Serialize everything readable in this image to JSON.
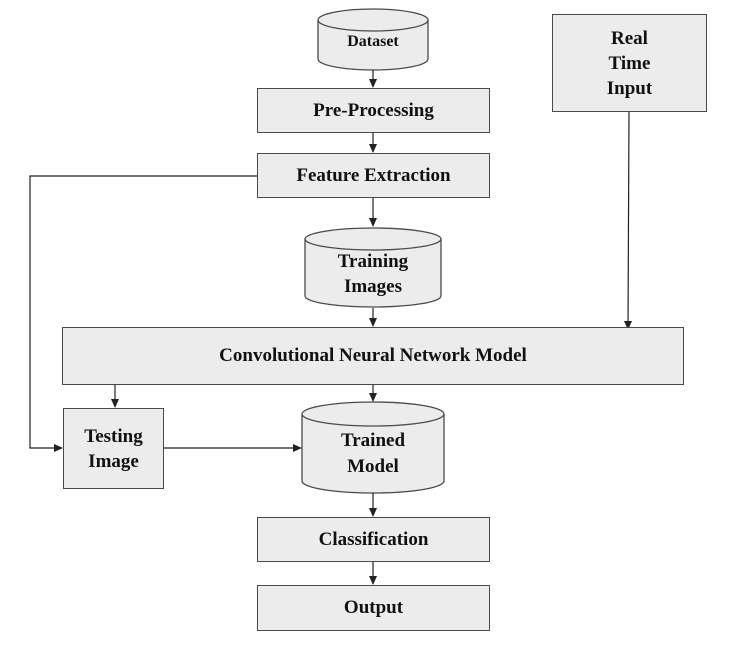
{
  "nodes": {
    "dataset": "Dataset",
    "real_time_input": "Real\nTime\nInput",
    "pre_processing": "Pre-Processing",
    "feature_extraction": "Feature Extraction",
    "training_images": "Training\nImages",
    "cnn_model": "Convolutional Neural Network Model",
    "testing_image": "Testing\nImage",
    "trained_model": "Trained\nModel",
    "classification": "Classification",
    "output": "Output"
  },
  "colors": {
    "box_fill": "#ececec",
    "stroke": "#4a4a4a",
    "arrow": "#222222",
    "text": "#111111"
  }
}
